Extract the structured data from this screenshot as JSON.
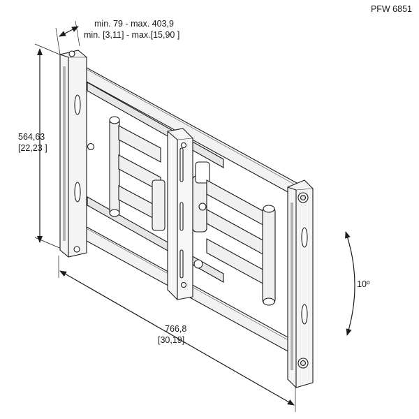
{
  "model": "PFW 6851",
  "depth": {
    "mm": "min. 79 - max. 403,9",
    "inch": "min. [3,11] - max.[15,90 ]"
  },
  "height": {
    "mm": "564,63",
    "inch": "[22,23 ]"
  },
  "width": {
    "mm": "766,8",
    "inch": "[30,19]"
  },
  "tilt": "10º"
}
